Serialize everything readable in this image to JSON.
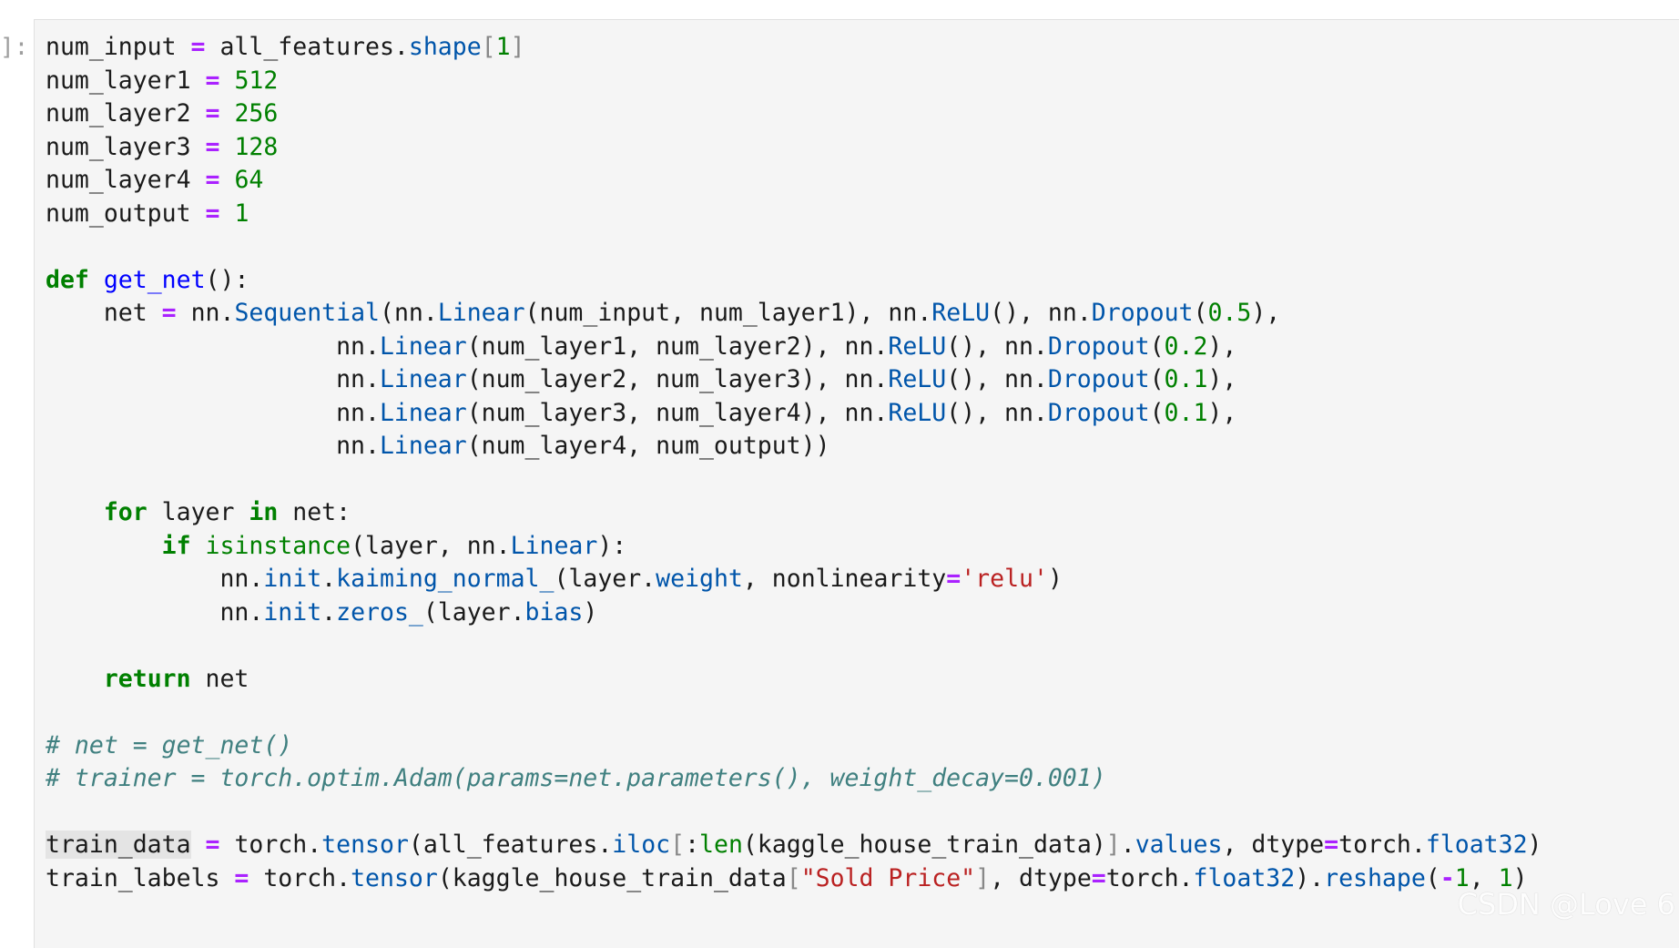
{
  "cell": {
    "prompt": "]:",
    "lines": [
      [
        [
          "num_input ",
          ""
        ],
        [
          "=",
          "op"
        ],
        [
          " all_features.",
          ""
        ],
        [
          "shape",
          "attr"
        ],
        [
          "[",
          "br"
        ],
        [
          "1",
          "num"
        ],
        [
          "]",
          "br"
        ]
      ],
      [
        [
          "num_layer1 ",
          ""
        ],
        [
          "=",
          "op"
        ],
        [
          " ",
          ""
        ],
        [
          "512",
          "num"
        ]
      ],
      [
        [
          "num_layer2 ",
          ""
        ],
        [
          "=",
          "op"
        ],
        [
          " ",
          ""
        ],
        [
          "256",
          "num"
        ]
      ],
      [
        [
          "num_layer3 ",
          ""
        ],
        [
          "=",
          "op"
        ],
        [
          " ",
          ""
        ],
        [
          "128",
          "num"
        ]
      ],
      [
        [
          "num_layer4 ",
          ""
        ],
        [
          "=",
          "op"
        ],
        [
          " ",
          ""
        ],
        [
          "64",
          "num"
        ]
      ],
      [
        [
          "num_output ",
          ""
        ],
        [
          "=",
          "op"
        ],
        [
          " ",
          ""
        ],
        [
          "1",
          "num"
        ]
      ],
      [],
      [
        [
          "def",
          "kw"
        ],
        [
          " ",
          ""
        ],
        [
          "get_net",
          "fn"
        ],
        [
          "():",
          ""
        ]
      ],
      [
        [
          "    net ",
          ""
        ],
        [
          "=",
          "op"
        ],
        [
          " nn.",
          ""
        ],
        [
          "Sequential",
          "attr"
        ],
        [
          "(nn.",
          ""
        ],
        [
          "Linear",
          "attr"
        ],
        [
          "(num_input, num_layer1), nn.",
          ""
        ],
        [
          "ReLU",
          "attr"
        ],
        [
          "(), nn.",
          ""
        ],
        [
          "Dropout",
          "attr"
        ],
        [
          "(",
          ""
        ],
        [
          "0.5",
          "num"
        ],
        [
          "),",
          ""
        ]
      ],
      [
        [
          "                    nn.",
          ""
        ],
        [
          "Linear",
          "attr"
        ],
        [
          "(num_layer1, num_layer2), nn.",
          ""
        ],
        [
          "ReLU",
          "attr"
        ],
        [
          "(), nn.",
          ""
        ],
        [
          "Dropout",
          "attr"
        ],
        [
          "(",
          ""
        ],
        [
          "0.2",
          "num"
        ],
        [
          "),",
          ""
        ]
      ],
      [
        [
          "                    nn.",
          ""
        ],
        [
          "Linear",
          "attr"
        ],
        [
          "(num_layer2, num_layer3), nn.",
          ""
        ],
        [
          "ReLU",
          "attr"
        ],
        [
          "(), nn.",
          ""
        ],
        [
          "Dropout",
          "attr"
        ],
        [
          "(",
          ""
        ],
        [
          "0.1",
          "num"
        ],
        [
          "),",
          ""
        ]
      ],
      [
        [
          "                    nn.",
          ""
        ],
        [
          "Linear",
          "attr"
        ],
        [
          "(num_layer3, num_layer4), nn.",
          ""
        ],
        [
          "ReLU",
          "attr"
        ],
        [
          "(), nn.",
          ""
        ],
        [
          "Dropout",
          "attr"
        ],
        [
          "(",
          ""
        ],
        [
          "0.1",
          "num"
        ],
        [
          "),",
          ""
        ]
      ],
      [
        [
          "                    nn.",
          ""
        ],
        [
          "Linear",
          "attr"
        ],
        [
          "(num_layer4, num_output))",
          ""
        ]
      ],
      [],
      [
        [
          "    ",
          ""
        ],
        [
          "for",
          "kw"
        ],
        [
          " layer ",
          ""
        ],
        [
          "in",
          "kw"
        ],
        [
          " net:",
          ""
        ]
      ],
      [
        [
          "        ",
          ""
        ],
        [
          "if",
          "kw"
        ],
        [
          " ",
          ""
        ],
        [
          "isinstance",
          "bi"
        ],
        [
          "(layer, nn.",
          ""
        ],
        [
          "Linear",
          "attr"
        ],
        [
          "):",
          ""
        ]
      ],
      [
        [
          "            nn.",
          ""
        ],
        [
          "init",
          "attr"
        ],
        [
          ".",
          ""
        ],
        [
          "kaiming_normal_",
          "attr"
        ],
        [
          "(layer.",
          ""
        ],
        [
          "weight",
          "attr"
        ],
        [
          ", nonlinearity",
          ""
        ],
        [
          "=",
          "op"
        ],
        [
          "'relu'",
          "str"
        ],
        [
          ")",
          ""
        ]
      ],
      [
        [
          "            nn.",
          ""
        ],
        [
          "init",
          "attr"
        ],
        [
          ".",
          ""
        ],
        [
          "zeros_",
          "attr"
        ],
        [
          "(layer.",
          ""
        ],
        [
          "bias",
          "attr"
        ],
        [
          ")",
          ""
        ]
      ],
      [],
      [
        [
          "    ",
          ""
        ],
        [
          "return",
          "kw"
        ],
        [
          " net",
          ""
        ]
      ],
      [],
      [
        [
          "# net = get_net()",
          "cm"
        ]
      ],
      [
        [
          "# trainer = torch.optim.Adam(params=net.parameters(), weight_decay=0.001)",
          "cm"
        ]
      ],
      [],
      [
        [
          "train_data",
          "hl"
        ],
        [
          " ",
          ""
        ],
        [
          "=",
          "op"
        ],
        [
          " torch.",
          ""
        ],
        [
          "tensor",
          "attr"
        ],
        [
          "(all_features.",
          ""
        ],
        [
          "iloc",
          "attr"
        ],
        [
          "[",
          "br"
        ],
        [
          ":",
          ""
        ],
        [
          "len",
          "bi"
        ],
        [
          "(kaggle_house_train_data)",
          ""
        ],
        [
          "]",
          "br"
        ],
        [
          ".",
          ""
        ],
        [
          "values",
          "attr"
        ],
        [
          ", dtype",
          ""
        ],
        [
          "=",
          "op"
        ],
        [
          "torch.",
          ""
        ],
        [
          "float32",
          "attr"
        ],
        [
          ")",
          ""
        ]
      ],
      [
        [
          "train_labels ",
          ""
        ],
        [
          "=",
          "op"
        ],
        [
          " torch.",
          ""
        ],
        [
          "tensor",
          "attr"
        ],
        [
          "(kaggle_house_train_data",
          ""
        ],
        [
          "[",
          "br"
        ],
        [
          "\"Sold Price\"",
          "str"
        ],
        [
          "]",
          "br"
        ],
        [
          ", dtype",
          ""
        ],
        [
          "=",
          "op"
        ],
        [
          "torch.",
          ""
        ],
        [
          "float32",
          "attr"
        ],
        [
          ").",
          ""
        ],
        [
          "reshape",
          "attr"
        ],
        [
          "(",
          ""
        ],
        [
          "-",
          "op"
        ],
        [
          "1",
          "num"
        ],
        [
          ", ",
          ""
        ],
        [
          "1",
          "num"
        ],
        [
          ")",
          ""
        ]
      ]
    ]
  },
  "watermark": "CSDN @Love 6",
  "colors": {
    "keyword": "#008000",
    "operator": "#aa22ff",
    "number": "#008000",
    "string": "#ba2121",
    "attribute": "#0055aa",
    "function": "#0000ff",
    "comment": "#408080",
    "cell_background": "#f5f5f5"
  }
}
